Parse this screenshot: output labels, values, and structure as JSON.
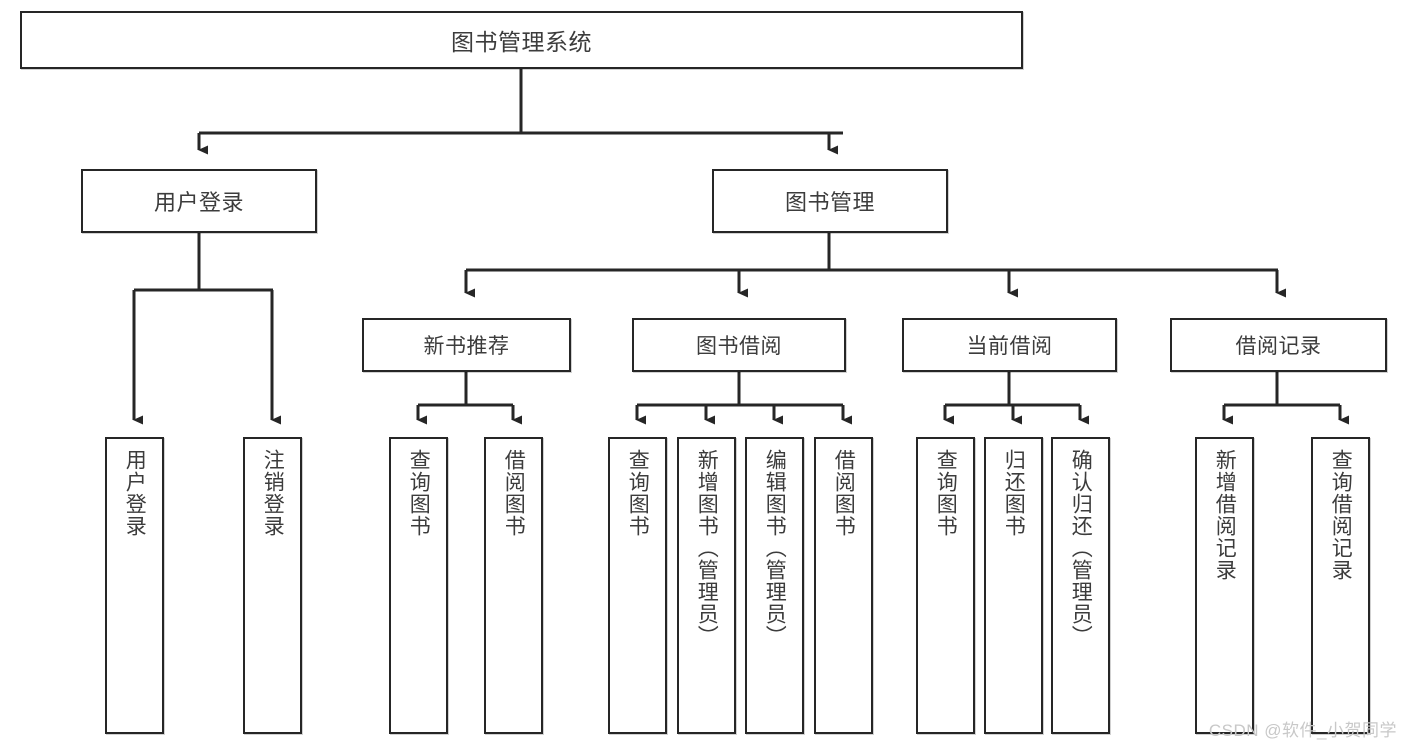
{
  "diagram": {
    "type": "tree-hierarchy-chart",
    "title": "图书管理系统",
    "watermark": "CSDN @软件_小贺同学",
    "colors": {
      "box_border": "#262626",
      "box_fill": "#ffffff",
      "text": "#3c3c3c",
      "connector": "#262626",
      "watermark": "#c8c8c8"
    },
    "root": {
      "label": "图书管理系统"
    },
    "level2": [
      {
        "label": "用户登录"
      },
      {
        "label": "图书管理"
      }
    ],
    "level3": [
      {
        "label": "新书推荐"
      },
      {
        "label": "图书借阅"
      },
      {
        "label": "当前借阅"
      },
      {
        "label": "借阅记录"
      }
    ],
    "leaves": {
      "user_login": [
        {
          "label": "用户登录"
        },
        {
          "label": "注销登录"
        }
      ],
      "new_book_recommend": [
        {
          "label": "查询图书"
        },
        {
          "label": "借阅图书"
        }
      ],
      "book_borrow": [
        {
          "label": "查询图书"
        },
        {
          "label": "新增图书（管理员）"
        },
        {
          "label": "编辑图书（管理员）"
        },
        {
          "label": "借阅图书"
        }
      ],
      "current_borrow": [
        {
          "label": "查询图书"
        },
        {
          "label": "归还图书"
        },
        {
          "label": "确认归还（管理员）"
        }
      ],
      "borrow_records": [
        {
          "label": "新增借阅记录"
        },
        {
          "label": "查询借阅记录"
        }
      ]
    }
  }
}
